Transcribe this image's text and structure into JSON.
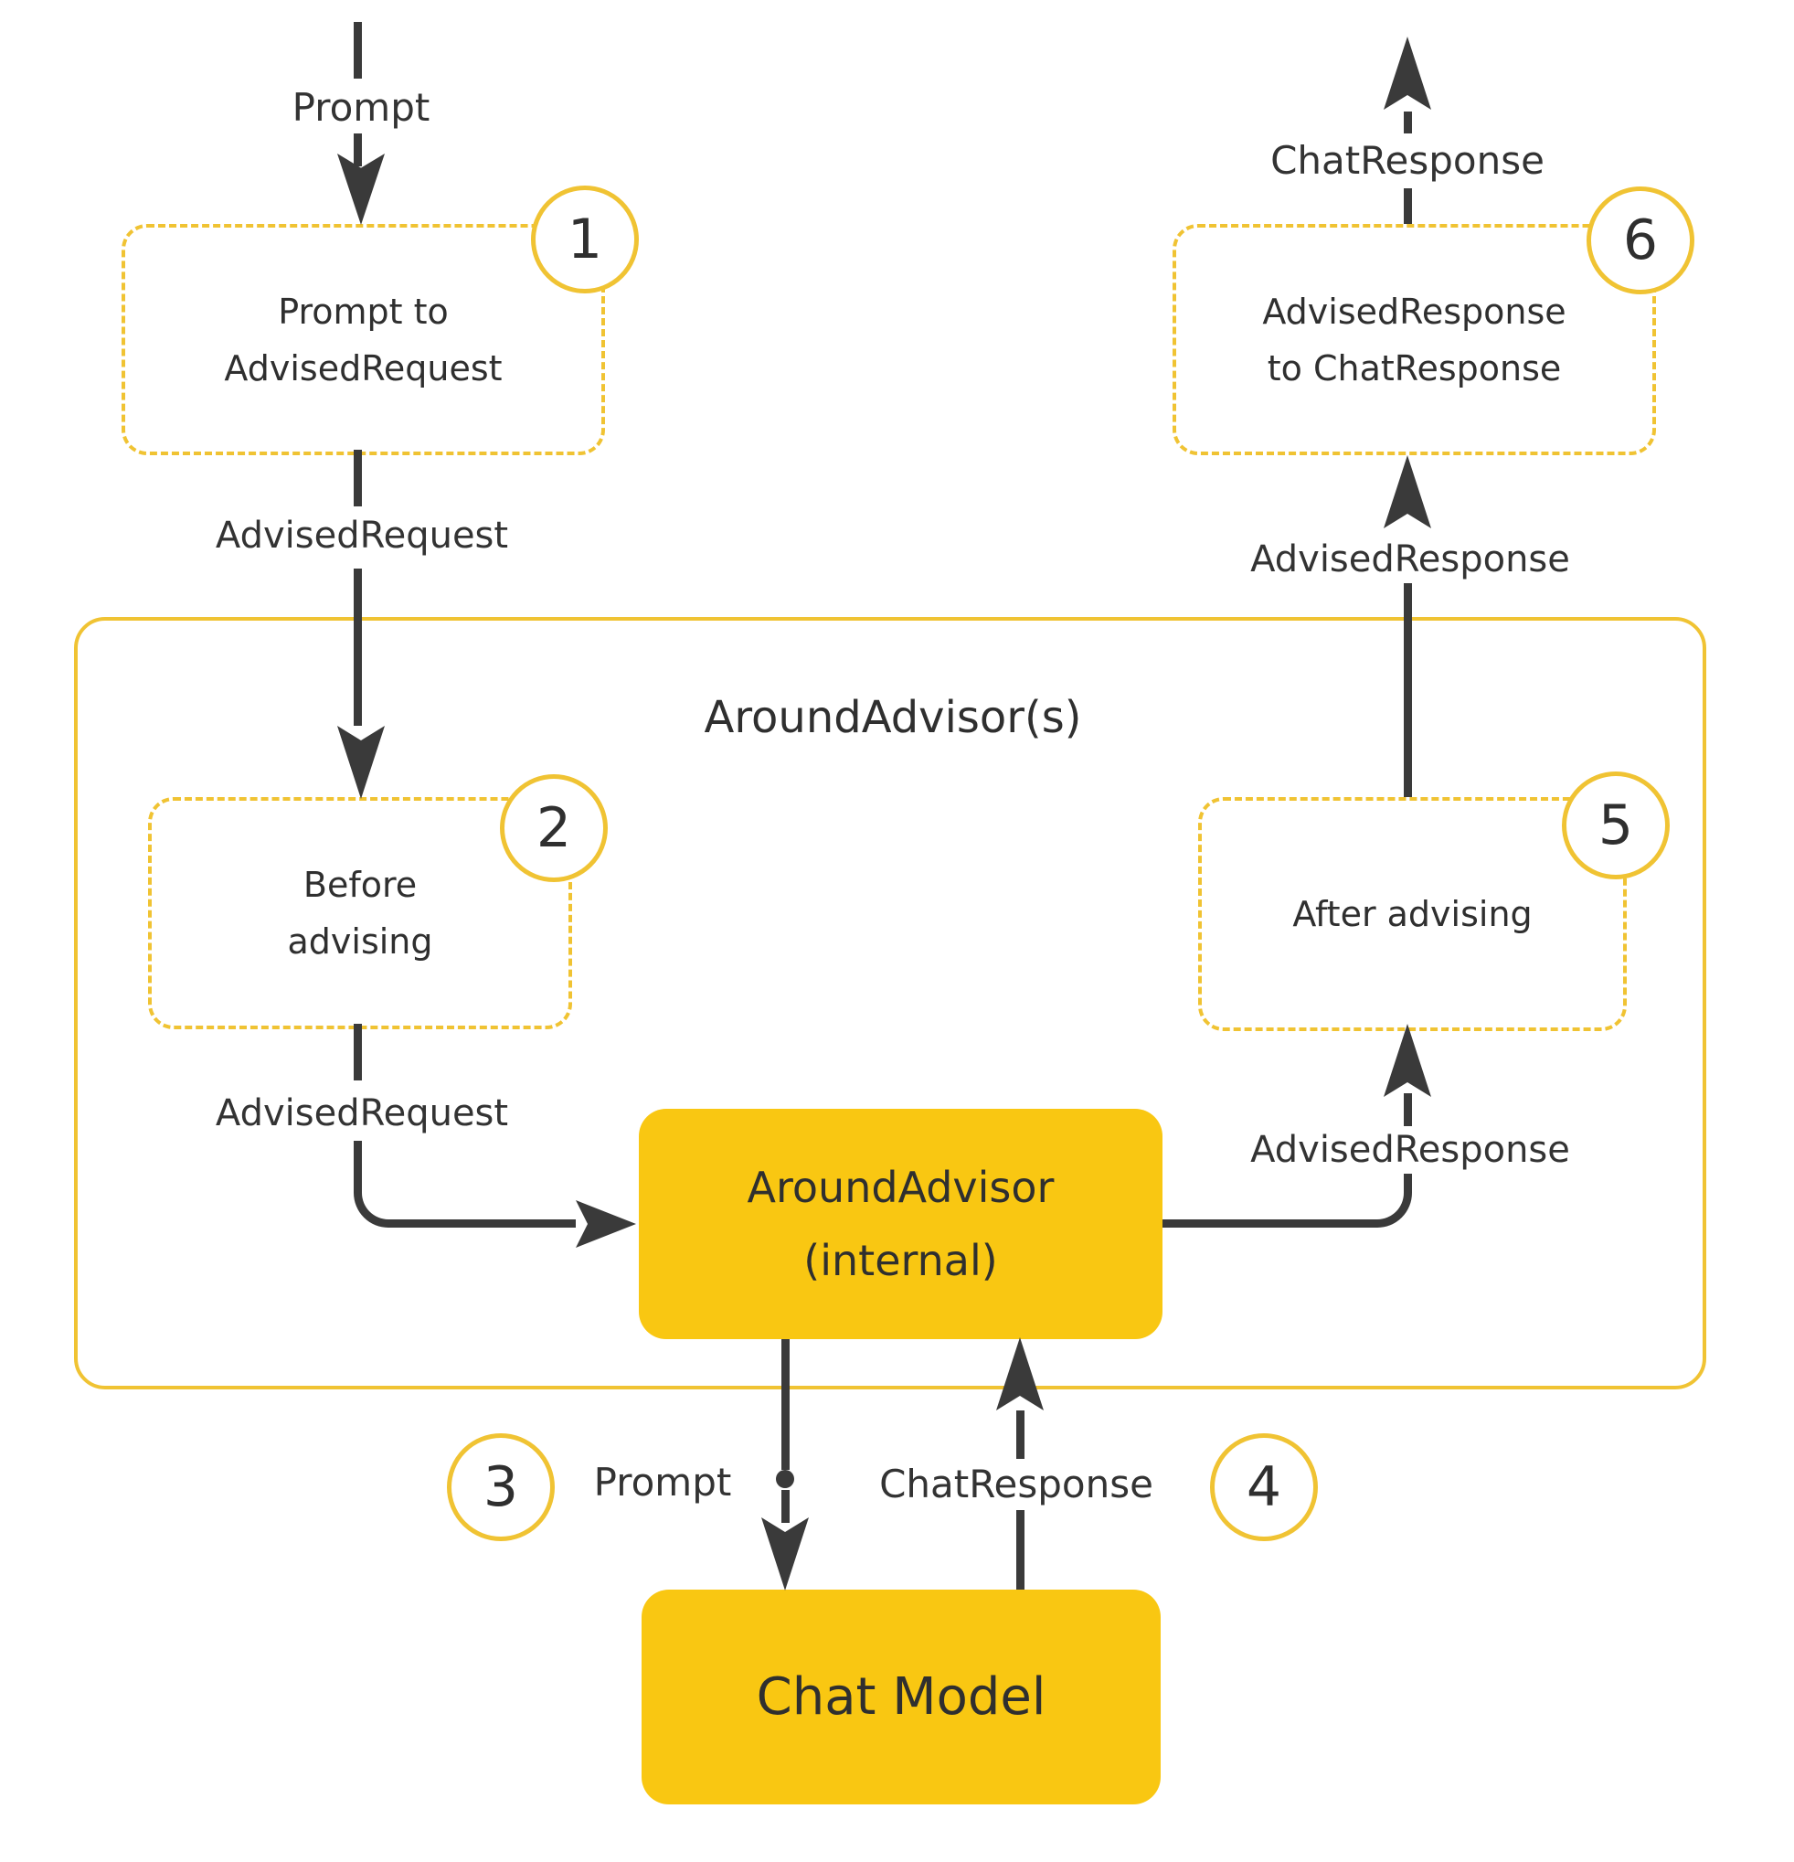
{
  "diagram": {
    "colors": {
      "accent_fill": "#F9C712",
      "accent_border": "#F0C333",
      "line": "#3A3A3A",
      "text": "#2F2F2F",
      "background": "#FFFFFF"
    },
    "labels": {
      "prompt_top": "Prompt",
      "advised_request_upper": "AdvisedRequest",
      "advised_request_lower": "AdvisedRequest",
      "advised_response_lower": "AdvisedResponse",
      "advised_response_upper": "AdvisedResponse",
      "chat_response_top": "ChatResponse",
      "prompt_bottom": "Prompt",
      "chat_response_bottom": "ChatResponse"
    },
    "container": {
      "title": "AroundAdvisor(s)"
    },
    "nodes": {
      "step1": {
        "badge": "1",
        "line1": "Prompt to",
        "line2": "AdvisedRequest"
      },
      "step2": {
        "badge": "2",
        "line1": "Before",
        "line2": "advising"
      },
      "step3_badge": "3",
      "step4_badge": "4",
      "step5": {
        "badge": "5",
        "title": "After advising"
      },
      "step6": {
        "badge": "6",
        "line1": "AdvisedResponse",
        "line2": "to ChatResponse"
      },
      "internal": {
        "line1": "AroundAdvisor",
        "line2": "(internal)"
      },
      "chat_model": {
        "title": "Chat Model"
      }
    }
  }
}
